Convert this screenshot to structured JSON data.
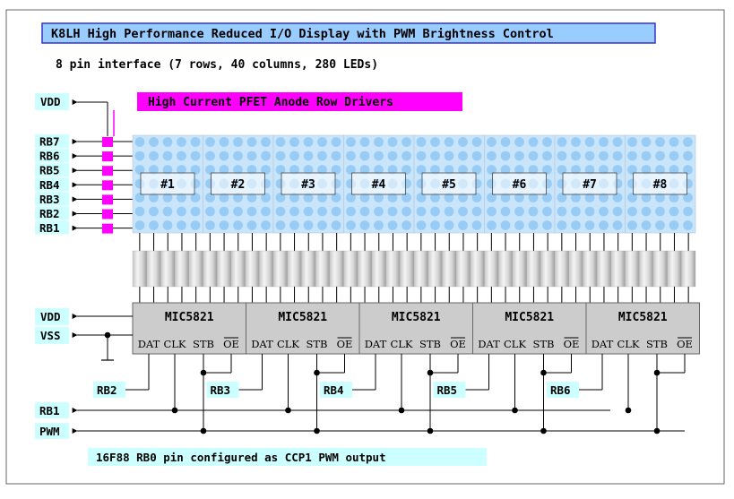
{
  "title": "K8LH High Performance Reduced I/O Display with PWM Brightness Control",
  "subtitle": "8 pin interface (7 rows, 40 columns, 280 LEDs)",
  "pfet_label": "High Current PFET Anode Row Drivers",
  "vdd_top": "VDD",
  "row_pins": [
    "RB7",
    "RB6",
    "RB5",
    "RB4",
    "RB3",
    "RB2",
    "RB1"
  ],
  "modules": [
    "#1",
    "#2",
    "#3",
    "#4",
    "#5",
    "#6",
    "#7",
    "#8"
  ],
  "driver_chip": "MIC5821",
  "chip_pins": [
    "DAT",
    "CLK",
    "STB",
    "OE"
  ],
  "vdd_bottom": "VDD",
  "vss_label": "VSS",
  "data_pins": [
    "RB2",
    "RB3",
    "RB4",
    "RB5",
    "RB6"
  ],
  "bus_rb1": "RB1",
  "bus_pwm": "PWM",
  "footnote": "16F88 RB0 pin configured as CCP1 PWM output",
  "colors": {
    "title_box": "#99ccff",
    "title_border": "#3333cc",
    "magenta": "#ff00ff",
    "label_bg": "#ccffff",
    "led": "#c9e5fb",
    "led_dot": "#99ccf5",
    "chip": "#cccccc",
    "frame": "#555555"
  }
}
